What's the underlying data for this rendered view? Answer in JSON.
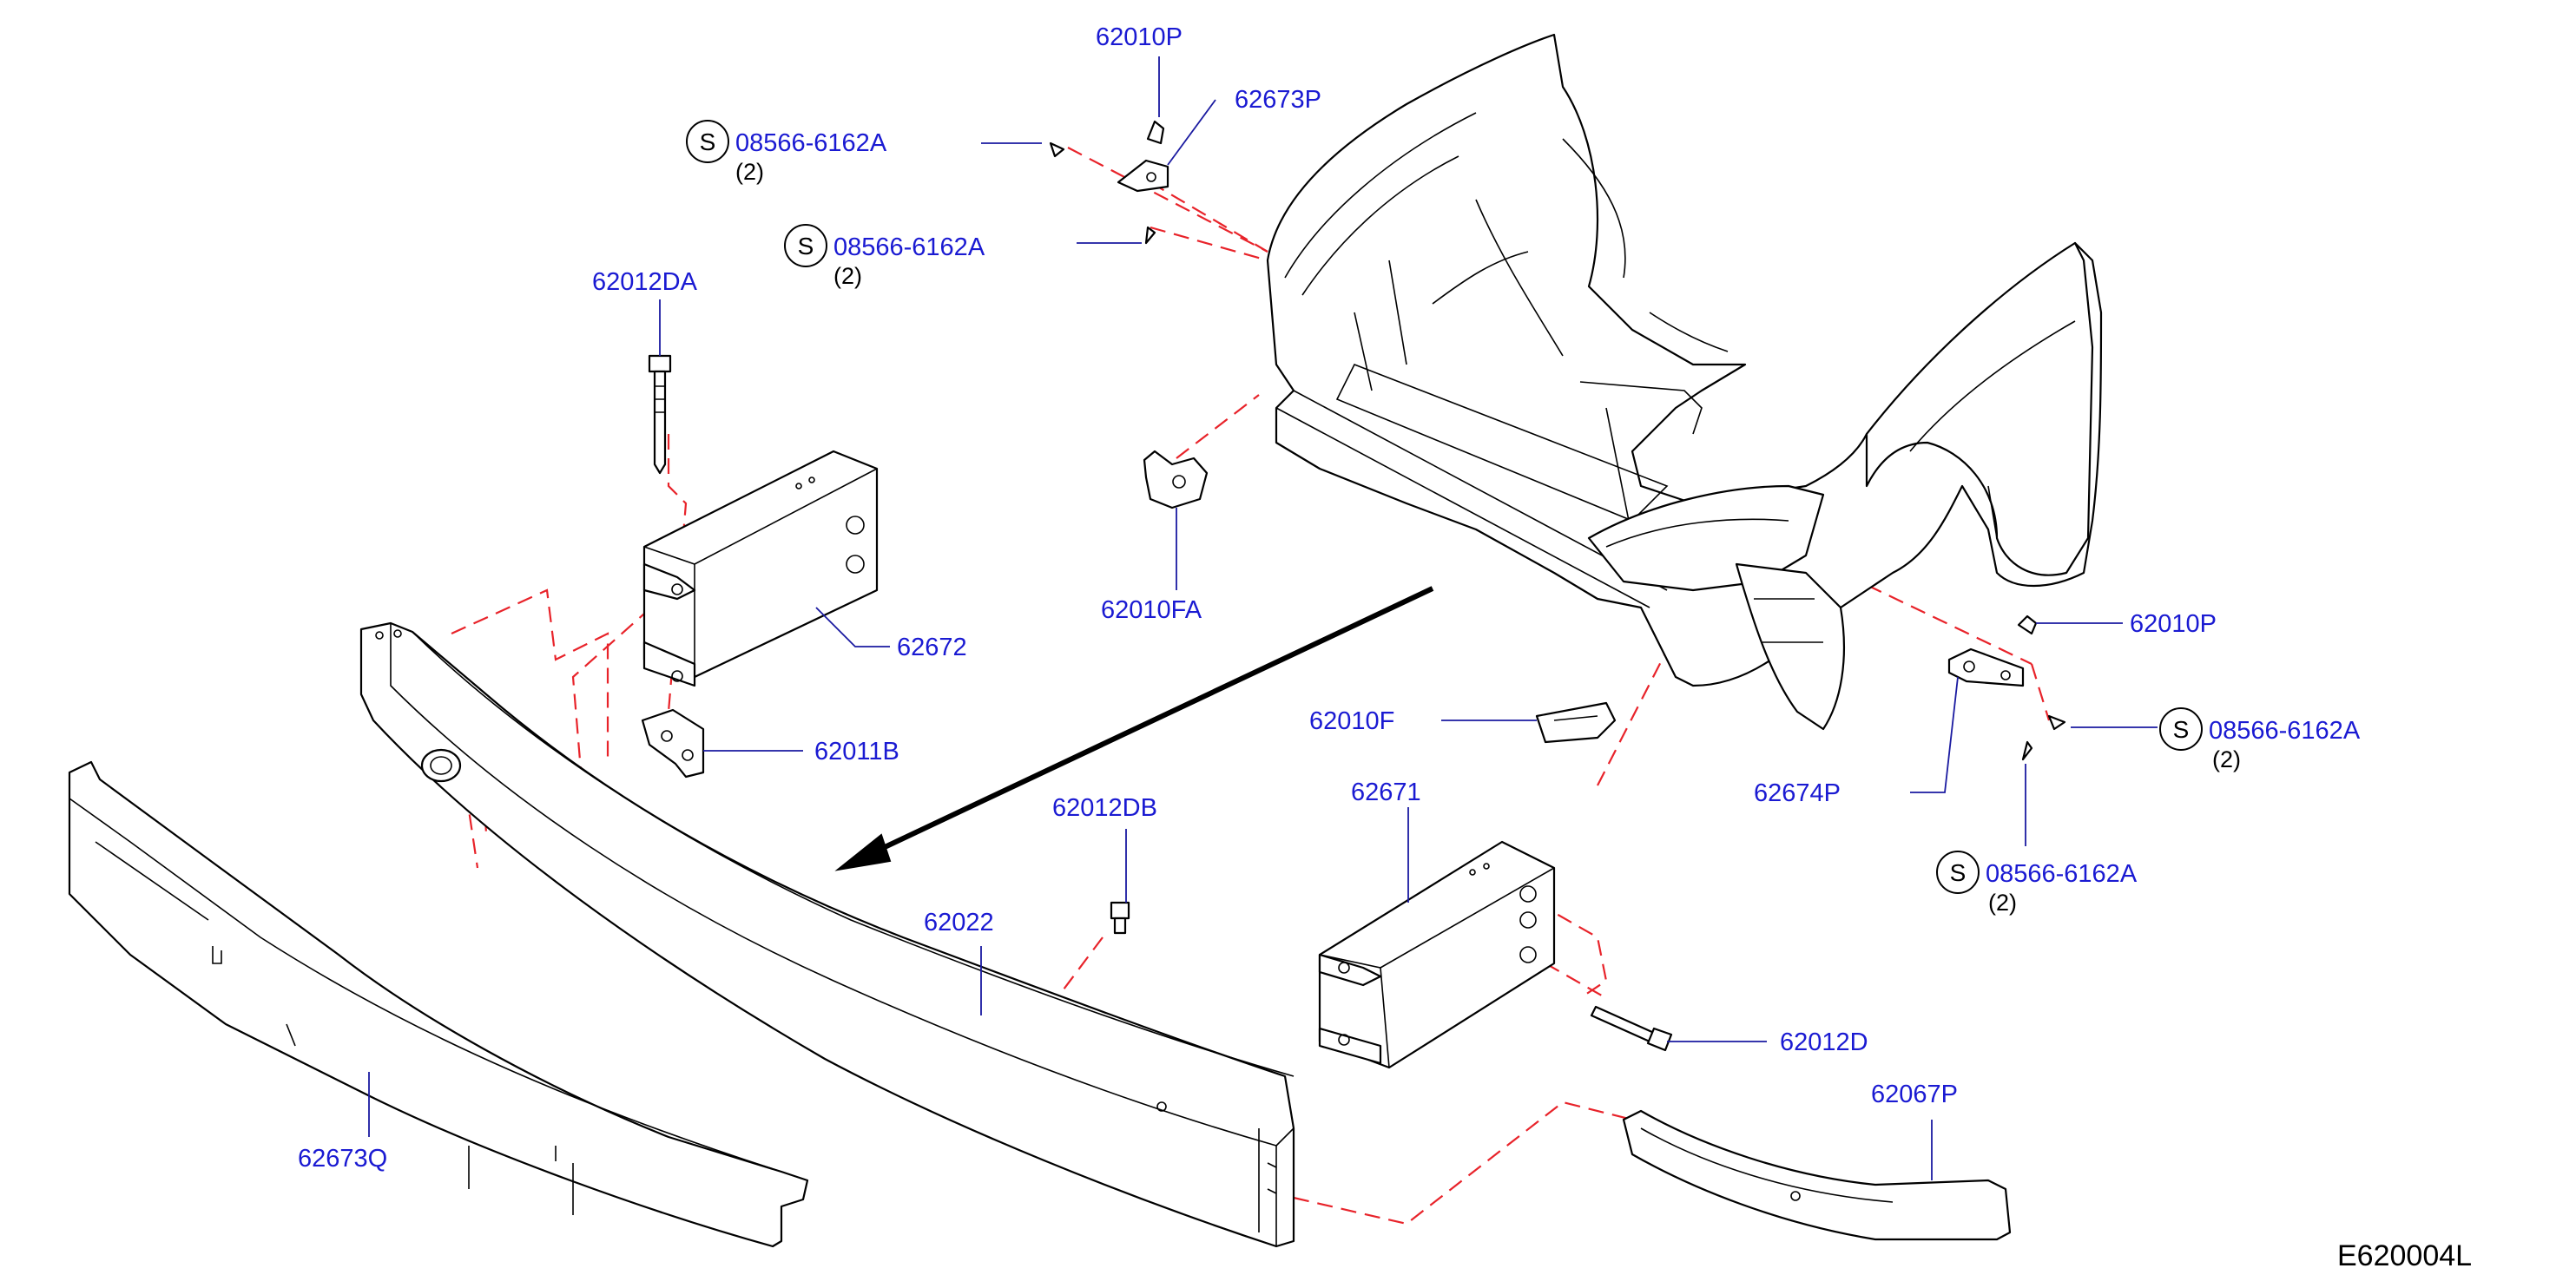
{
  "diagram": {
    "reference_code": "E620004L",
    "colors": {
      "label": "#1a1ad2",
      "leader": "#1a1aa0",
      "dashed_guide": "#e8232a",
      "outline": "#000000"
    },
    "standard_symbol": "S",
    "callouts": [
      {
        "id": "62010P_top",
        "part_number": "62010P"
      },
      {
        "id": "62673P",
        "part_number": "62673P"
      },
      {
        "id": "screw_top_1",
        "part_number": "08566-6162A",
        "quantity": "(2)"
      },
      {
        "id": "screw_top_2",
        "part_number": "08566-6162A",
        "quantity": "(2)"
      },
      {
        "id": "62012DA",
        "part_number": "62012DA"
      },
      {
        "id": "62672",
        "part_number": "62672"
      },
      {
        "id": "62011B",
        "part_number": "62011B"
      },
      {
        "id": "62010FA",
        "part_number": "62010FA"
      },
      {
        "id": "62010F",
        "part_number": "62010F"
      },
      {
        "id": "62010P_right",
        "part_number": "62010P"
      },
      {
        "id": "screw_right_1",
        "part_number": "08566-6162A",
        "quantity": "(2)"
      },
      {
        "id": "62674P",
        "part_number": "62674P"
      },
      {
        "id": "screw_right_2",
        "part_number": "08566-6162A",
        "quantity": "(2)"
      },
      {
        "id": "62012DB",
        "part_number": "62012DB"
      },
      {
        "id": "62022",
        "part_number": "62022"
      },
      {
        "id": "62671",
        "part_number": "62671"
      },
      {
        "id": "62012D",
        "part_number": "62012D"
      },
      {
        "id": "62067P",
        "part_number": "62067P"
      },
      {
        "id": "62673Q",
        "part_number": "62673Q"
      }
    ]
  }
}
